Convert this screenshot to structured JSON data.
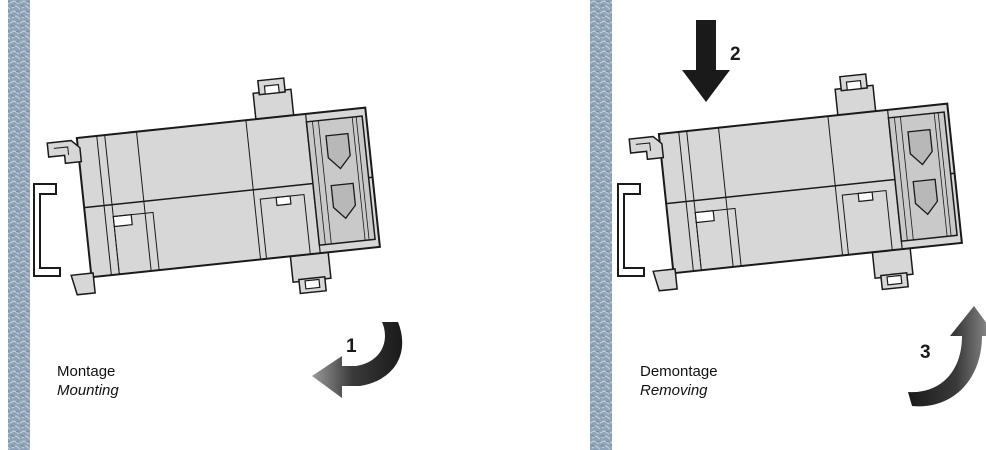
{
  "panels": [
    {
      "id": "mounting",
      "steps": [
        "1"
      ],
      "caption_de": "Montage",
      "caption_en": "Mounting"
    },
    {
      "id": "removing",
      "steps": [
        "2",
        "3"
      ],
      "caption_de": "Demontage",
      "caption_en": "Removing"
    }
  ],
  "colors": {
    "wall": "#8fa3b8",
    "housing": "#d7d7d7",
    "outline": "#1a1a1a",
    "arrow": "#1a1a1a"
  }
}
